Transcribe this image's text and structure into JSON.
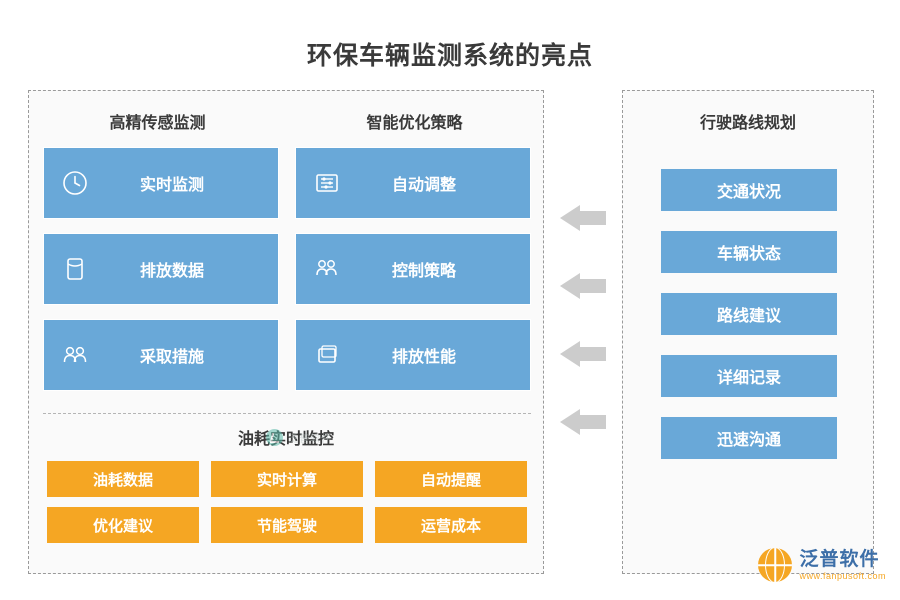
{
  "title": "环保车辆监测系统的亮点",
  "left_panel": {
    "headings": [
      "高精传感监测",
      "智能优化策略"
    ],
    "columns": [
      {
        "items": [
          {
            "label": "实时监测",
            "icon": "clock-icon"
          },
          {
            "label": "排放数据",
            "icon": "database-icon"
          },
          {
            "label": "采取措施",
            "icon": "people-icon"
          }
        ]
      },
      {
        "items": [
          {
            "label": "自动调整",
            "icon": "sliders-icon"
          },
          {
            "label": "控制策略",
            "icon": "users-icon"
          },
          {
            "label": "排放性能",
            "icon": "windows-icon"
          }
        ]
      }
    ],
    "fuel_section": {
      "title": "油耗实时监控",
      "items": [
        "油耗数据",
        "实时计算",
        "自动提醒",
        "优化建议",
        "节能驾驶",
        "运营成本"
      ]
    }
  },
  "arrows": {
    "count": 4,
    "direction": "left",
    "name": "arrow-left-icon"
  },
  "right_panel": {
    "title": "行驶路线规划",
    "items": [
      "交通状况",
      "车辆状态",
      "路线建议",
      "详细记录",
      "迅速沟通"
    ]
  },
  "watermark": {
    "text": "泛普软件"
  },
  "brand": {
    "name": "泛普软件",
    "url": "www.fanpusoft.com"
  },
  "colors": {
    "blue": "#69a8d8",
    "orange": "#f5a623",
    "panel_bg": "#fafafa",
    "arrow": "#cccccc",
    "title_text": "#3a3a3a",
    "brand_blue": "#3d6fa8"
  }
}
